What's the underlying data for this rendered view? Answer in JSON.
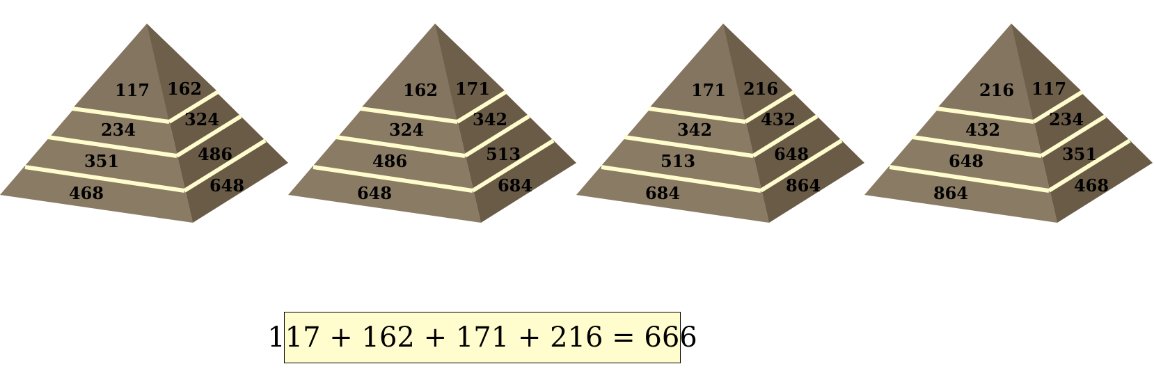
{
  "colors": {
    "front_face": "#8a7b64",
    "side_face": "#6a5b47",
    "top_front": "#847560",
    "top_side": "#6e5f4b",
    "divider": "#fffccd",
    "text": "#000000",
    "equation_bg": "#fffccd"
  },
  "pyramids": [
    {
      "top": [
        "117",
        "162"
      ],
      "rows": [
        {
          "front": "234",
          "side": "324"
        },
        {
          "front": "351",
          "side": "486"
        },
        {
          "front": "468",
          "side": "648"
        }
      ]
    },
    {
      "top": [
        "162",
        "171"
      ],
      "rows": [
        {
          "front": "324",
          "side": "342"
        },
        {
          "front": "486",
          "side": "513"
        },
        {
          "front": "648",
          "side": "684"
        }
      ]
    },
    {
      "top": [
        "171",
        "216"
      ],
      "rows": [
        {
          "front": "342",
          "side": "432"
        },
        {
          "front": "513",
          "side": "648"
        },
        {
          "front": "684",
          "side": "864"
        }
      ]
    },
    {
      "top": [
        "216",
        "117"
      ],
      "rows": [
        {
          "front": "432",
          "side": "234"
        },
        {
          "front": "648",
          "side": "351"
        },
        {
          "front": "864",
          "side": "468"
        }
      ]
    }
  ],
  "equation": "117 + 162 + 171 + 216 = 666"
}
